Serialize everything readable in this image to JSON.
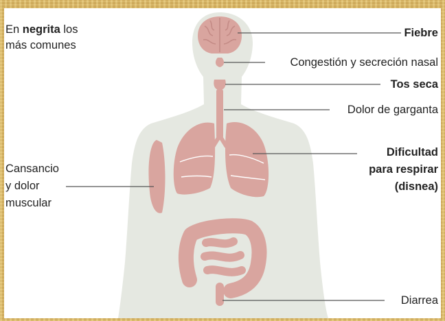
{
  "legend": {
    "prefix": "En",
    "bold_word": "negrita",
    "line1_suffix": "los",
    "line2": "más comunes"
  },
  "symptoms": {
    "fiebre": "Fiebre",
    "congestion": "Congestión y secreción nasal",
    "tos_seca": "Tos seca",
    "dolor_garganta": "Dolor de garganta",
    "dificultad_line1": "Dificultad",
    "dificultad_line2": "para respirar",
    "dificultad_line3": "(disnea)",
    "cansancio_line1": "Cansancio",
    "cansancio_line2": "y dolor",
    "cansancio_line3": "muscular",
    "diarrea": "Diarrea"
  },
  "colors": {
    "frame": "#d7b564",
    "silhouette": "#e5e8e1",
    "organ": "#d9a59f",
    "organ_shade": "#c48b86",
    "leader_line": "#555555"
  }
}
